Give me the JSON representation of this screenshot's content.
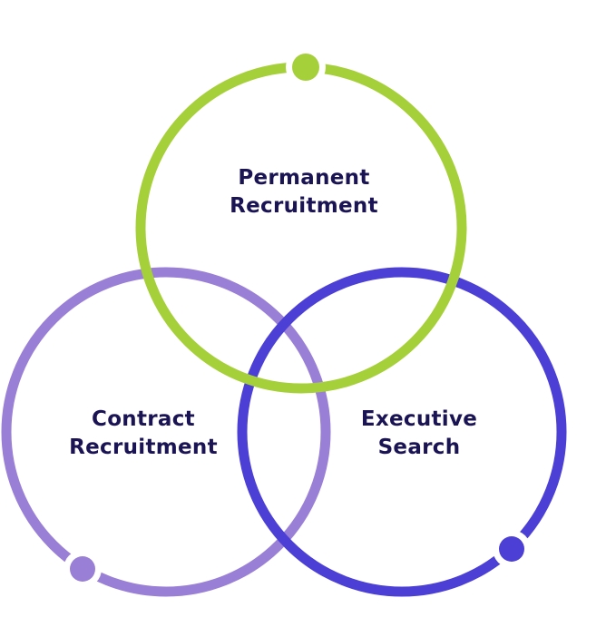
{
  "diagram": {
    "circles": [
      {
        "id": "permanent",
        "line1": "Permanent",
        "line2": "Recruitment",
        "color": "#a6d03a"
      },
      {
        "id": "contract",
        "line1": "Contract",
        "line2": "Recruitment",
        "color": "#9a7fd6"
      },
      {
        "id": "executive",
        "line1": "Executive",
        "line2": "Search",
        "color": "#4b3fd6"
      }
    ],
    "label_color": "#1b1454"
  }
}
